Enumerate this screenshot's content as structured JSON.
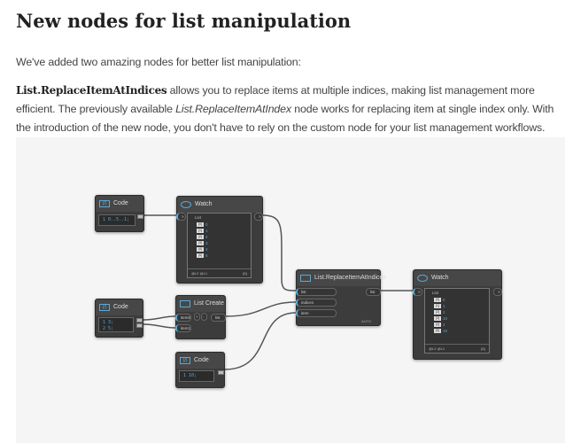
{
  "heading": "New nodes for list manipulation",
  "intro": "We've added two amazing nodes for better list manipulation:",
  "para": {
    "bold": "List.ReplaceItemAtIndices",
    "text1": " allows you to replace items at multiple indices, making list management more efficient. The previously available ",
    "italic": "List.ReplaceItemAtIndex",
    "text2": " node works for replacing item at single index only. With the introduction of the new node, you don't have to rely on the custom node for your list management workflows."
  },
  "graph": {
    "code_block_1": {
      "title": "Code Block",
      "code": "1 0..5..1;"
    },
    "watch_1": {
      "title": "Watch",
      "list_label": "List",
      "items": [
        {
          "idx": "[0]",
          "val": "0"
        },
        {
          "idx": "[1]",
          "val": "1"
        },
        {
          "idx": "[2]",
          "val": "2"
        },
        {
          "idx": "[3]",
          "val": "3"
        },
        {
          "idx": "[4]",
          "val": "4"
        },
        {
          "idx": "[5]",
          "val": "5"
        }
      ],
      "levels": "@L2 @L1",
      "count": "{6}",
      "in": ">",
      "out": ">"
    },
    "code_block_2": {
      "title": "Code Block",
      "line1": "1 3;",
      "line2": "2 5;"
    },
    "list_create": {
      "title": "List Create",
      "item0": "item0",
      "item1": "item1",
      "out": "list",
      "plus": "+",
      "minus": "-"
    },
    "code_block_3": {
      "title": "Code Block",
      "code": "1 10;"
    },
    "replace": {
      "title": "List.ReplaceItemAtIndices",
      "inputs": [
        "list",
        "indices",
        "item"
      ],
      "out": "list",
      "lacing": "AUTO"
    },
    "watch_2": {
      "title": "Watch",
      "list_label": "List",
      "items": [
        {
          "idx": "[0]",
          "val": "0"
        },
        {
          "idx": "[1]",
          "val": "1"
        },
        {
          "idx": "[2]",
          "val": "2"
        },
        {
          "idx": "[3]",
          "val": "10"
        },
        {
          "idx": "[4]",
          "val": "4"
        },
        {
          "idx": "[5]",
          "val": "10"
        }
      ],
      "levels": "@L2 @L1",
      "count": "{6}",
      "in": ">",
      "out": ">"
    }
  }
}
